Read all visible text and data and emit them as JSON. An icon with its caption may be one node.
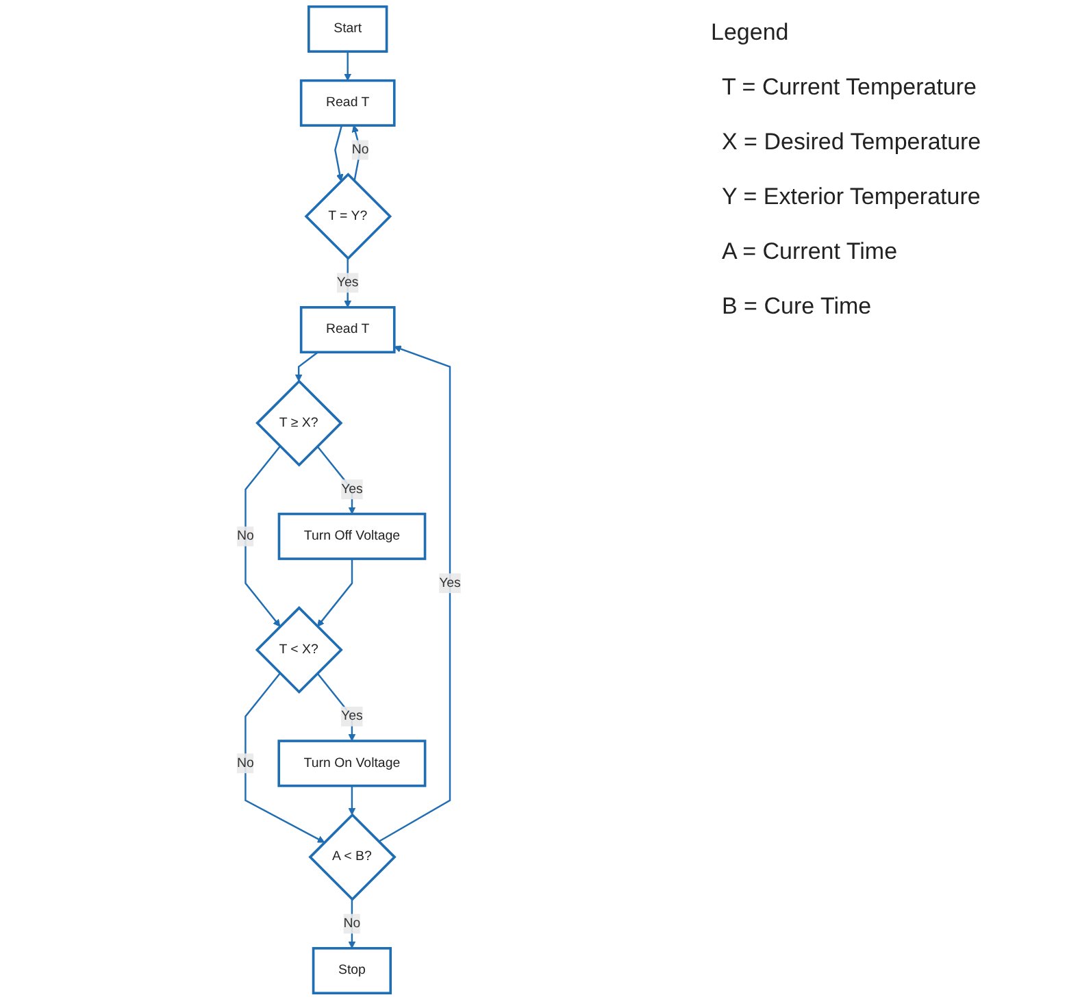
{
  "diagram": {
    "nodes": [
      {
        "text": [
          "Start"
        ]
      },
      {
        "text": [
          "Read T"
        ]
      },
      {
        "text": [
          "T = Y?"
        ]
      },
      {
        "text": [
          "Read T"
        ]
      },
      {
        "text": [
          "T ≥ X?"
        ]
      },
      {
        "text": [
          "Turn Off Voltage"
        ]
      },
      {
        "text": [
          "T < X?"
        ]
      },
      {
        "text": [
          "Turn On Voltage"
        ]
      },
      {
        "text": [
          "A < B?"
        ]
      },
      {
        "text": [
          "Stop"
        ]
      }
    ],
    "edges": [
      {
        "from": 0,
        "to": 1,
        "arrow": "to"
      },
      {
        "from": 1,
        "to": 2,
        "arrow": "to"
      },
      {
        "from": 2,
        "to": 1,
        "label": "No",
        "arrow": "to"
      },
      {
        "from": 2,
        "to": 3,
        "label": "Yes",
        "arrow": "to"
      },
      {
        "from": 3,
        "to": 4,
        "arrow": "to"
      },
      {
        "from": 4,
        "to": 5,
        "label": "Yes",
        "arrow": "to"
      },
      {
        "from": 4,
        "to": 6,
        "label": "No",
        "arrow": "to"
      },
      {
        "from": 5,
        "to": 6,
        "arrow": "to"
      },
      {
        "from": 6,
        "to": 7,
        "label": "Yes",
        "arrow": "to"
      },
      {
        "from": 6,
        "to": 8,
        "label": "No",
        "arrow": "to"
      },
      {
        "from": 7,
        "to": 8,
        "arrow": "to"
      },
      {
        "from": 8,
        "to": 9,
        "label": "No",
        "arrow": "to"
      },
      {
        "from": 8,
        "to": 3,
        "label": "Yes",
        "arrow": "to"
      }
    ],
    "labels": [
      "Legend",
      "T = Current Temperature",
      "X = Desired Temperature",
      "Y = Exterior Temperature",
      "A = Current Time",
      "B = Cure Time"
    ]
  }
}
